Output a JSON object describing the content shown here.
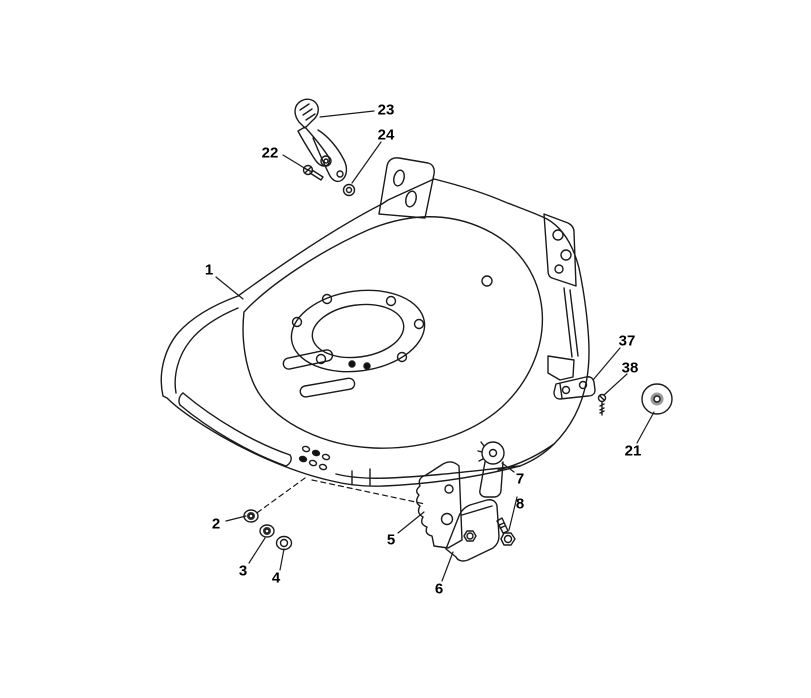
{
  "diagram": {
    "type": "exploded-parts-diagram",
    "colors": {
      "background": "#ffffff",
      "line": "#1a1a1a",
      "label_text": "#000000"
    }
  },
  "part_labels": [
    "1",
    "2",
    "3",
    "4",
    "5",
    "6",
    "7",
    "8",
    "21",
    "22",
    "23",
    "24",
    "37",
    "38"
  ]
}
